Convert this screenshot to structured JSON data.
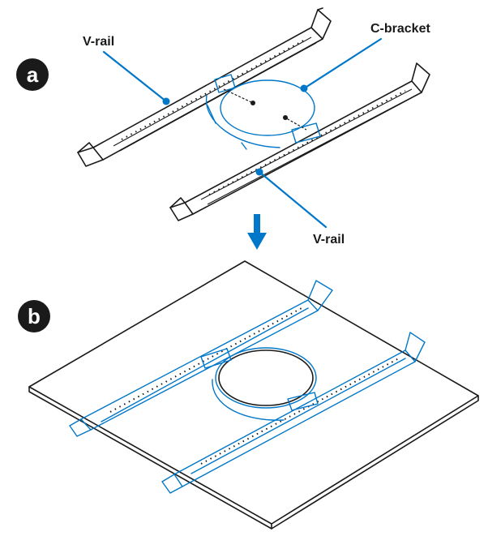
{
  "figure": {
    "step_a": {
      "badge": "a"
    },
    "step_b": {
      "badge": "b"
    },
    "labels": {
      "v_rail_top": "V-rail",
      "c_bracket": "C-bracket",
      "v_rail_bottom": "V-rail"
    },
    "colors": {
      "accent": "#0077c8",
      "ink": "#1a1a1a",
      "badge_fill": "#1a1a1a",
      "background": "#ffffff"
    }
  }
}
